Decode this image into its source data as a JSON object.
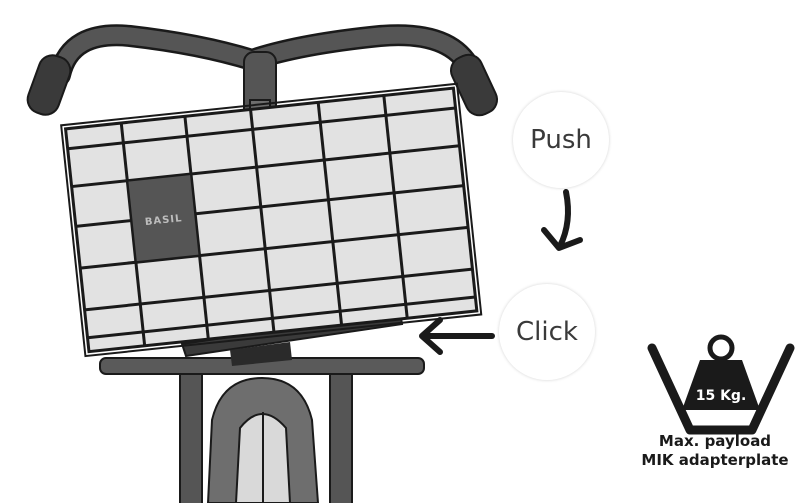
{
  "labels": {
    "push": "Push",
    "click": "Click"
  },
  "basket": {
    "brand": "BASIL"
  },
  "weight": {
    "value": "15 Kg."
  },
  "caption": {
    "line1": "Max. payload",
    "line2": "MIK adapterplate"
  },
  "colors": {
    "outline": "#1a1a1a",
    "handlebar": "#555555",
    "grip": "#3a3a3a",
    "basket_fill": "#e2e2e2",
    "brand_plate": "#555555",
    "fork": "#6e6e6e"
  }
}
